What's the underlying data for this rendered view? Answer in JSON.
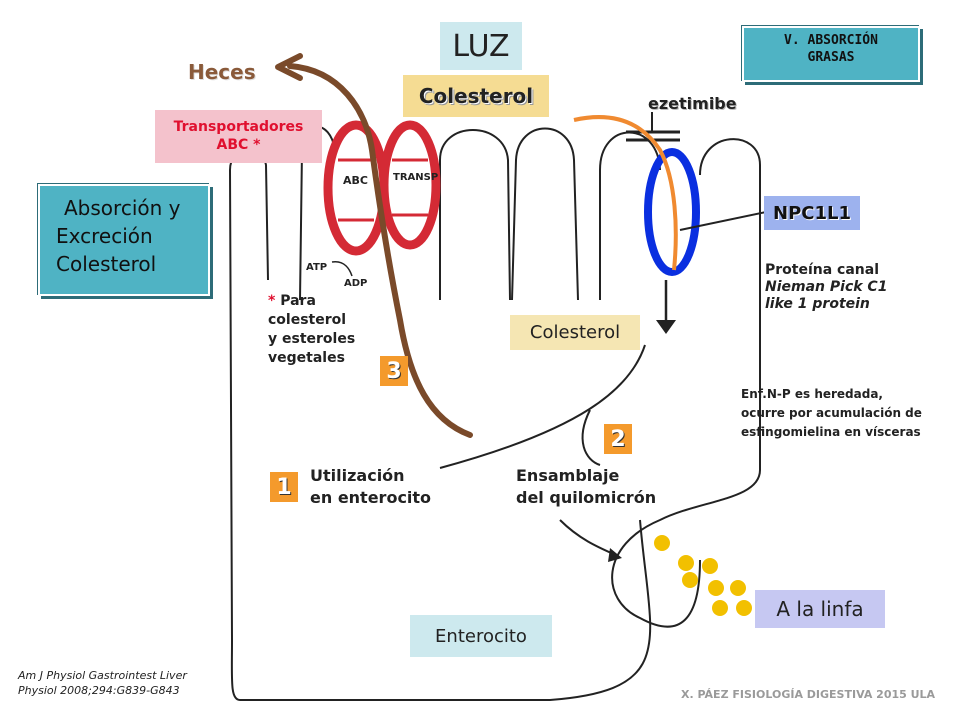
{
  "luz": "LUZ",
  "section": {
    "line1": "V. ABSORCIÓN",
    "line2": "GRASAS"
  },
  "colesterol_top": "Colesterol",
  "ezetimibe": "ezetimibe",
  "heces": "Heces",
  "transportadores": {
    "line1": "Transportadores",
    "line2": "ABC *"
  },
  "absorcion": {
    "line1": "Absorción y",
    "line2": "Excreción",
    "line3": "Colesterol"
  },
  "npc": "NPC1L1",
  "proteina": {
    "line1": "Proteína canal",
    "line2": "Nieman Pick C1",
    "line3": "like 1 protein"
  },
  "nota": {
    "star": "*",
    "line1": "Para",
    "line2": "colesterol",
    "line3": "y esteroles",
    "line4": "vegetales"
  },
  "colesterol_mid": "Colesterol",
  "numeros": {
    "uno": "1",
    "dos": "2",
    "tres": "3"
  },
  "enfermedad": {
    "line1": "Enf.N-P es heredada,",
    "line2": "ocurre por acumulación de",
    "line3": "esfingomielina en vísceras"
  },
  "utilizacion": {
    "line1": "Utilización",
    "line2": "en enterocito"
  },
  "ensamblaje": {
    "line1": "Ensamblaje",
    "line2": "del quilomicrón"
  },
  "linfa": "A la linfa",
  "enterocito": "Enterocito",
  "referencia": {
    "line1": "Am J Physiol Gastrointest Liver",
    "line2": "Physiol 2008;294:G839-G843"
  },
  "credito": "X. PÁEZ   FISIOLOGÍA DIGESTIVA 2015  ULA",
  "transporter_labels": {
    "left": "ABC",
    "right": "TRANSP",
    "atp": "ATP",
    "adp": "ADP"
  },
  "colors": {
    "teal_box": "#4fb3c4",
    "transporter_red": "#d42a35",
    "channel_blue": "#0a2fe0",
    "arrow_brown": "#7a4a2a",
    "chylomicron_yellow": "#f2c000"
  }
}
